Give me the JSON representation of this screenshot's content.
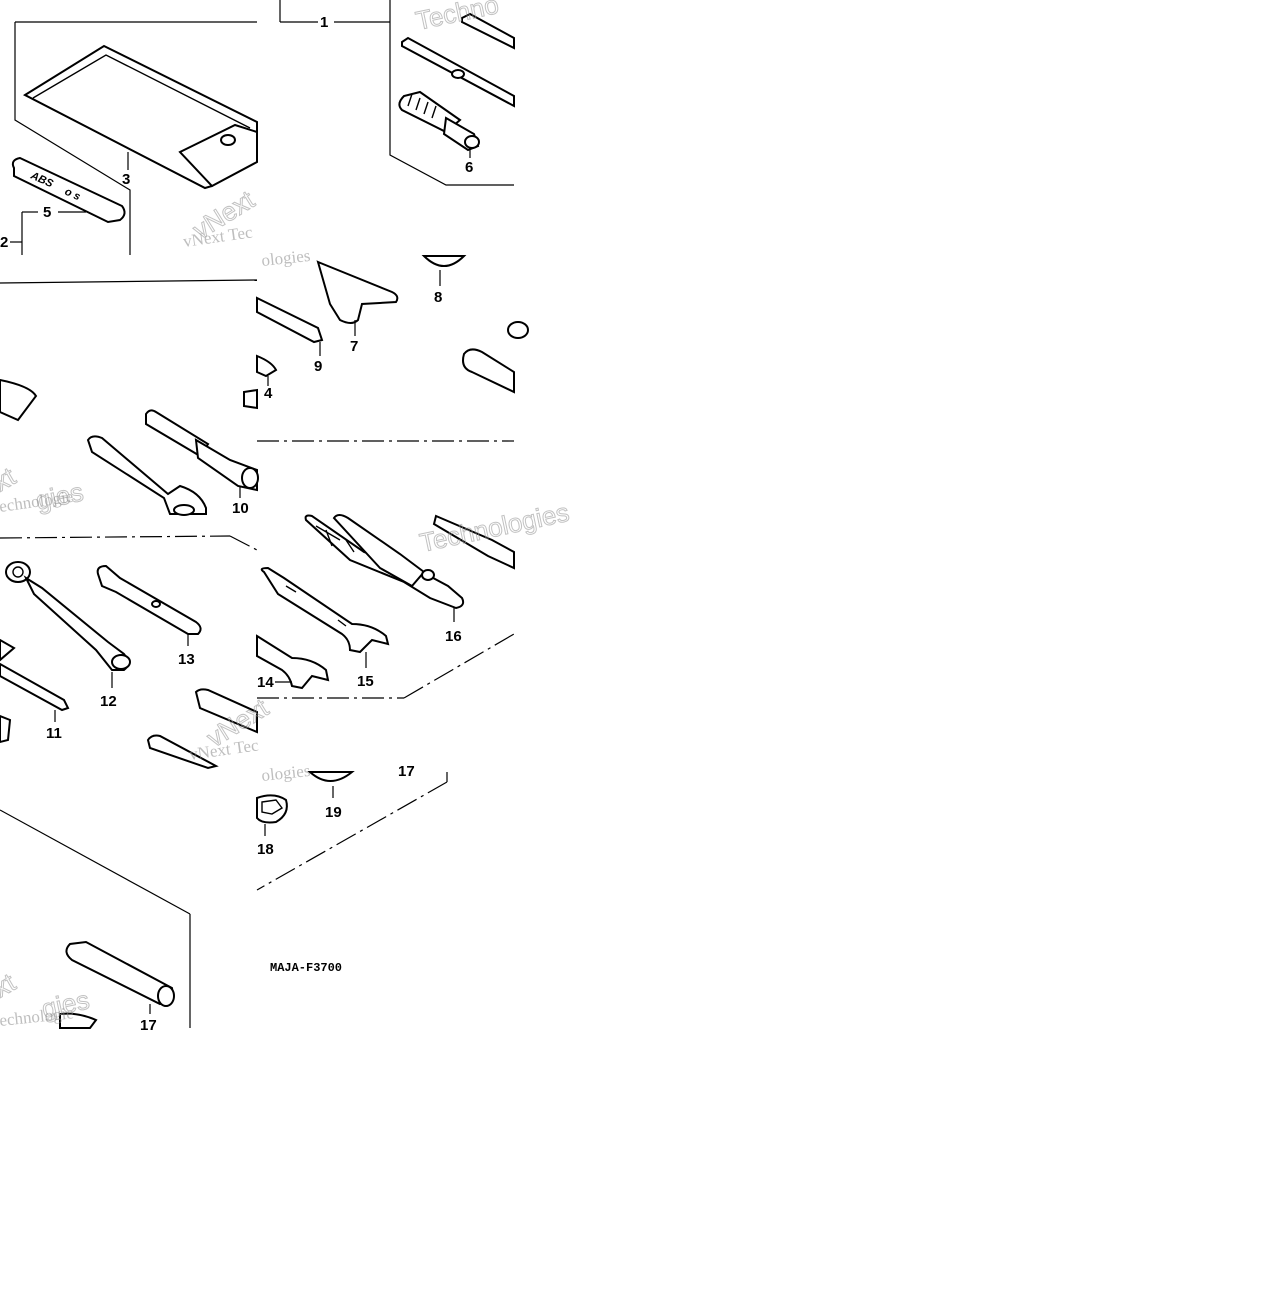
{
  "diagram": {
    "callouts": [
      "1",
      "2",
      "3",
      "4",
      "5",
      "6",
      "7",
      "8",
      "9",
      "10",
      "11",
      "12",
      "13",
      "14",
      "15",
      "16",
      "17",
      "18",
      "19"
    ],
    "diagram_code": "MAJA-F3700",
    "strap_marking": "ABS",
    "strap_sub_marking": "o s",
    "watermarks": {
      "technologies": "Technologies",
      "vnext": "vNext",
      "vnext_tec": "vNext Tec",
      "vnext_technologies": "vNext Technologies",
      "ologies": "ologies",
      "xt": "xt",
      "echnologies": "echnologie",
      "gies": "gies",
      "techno": "Techno"
    }
  }
}
